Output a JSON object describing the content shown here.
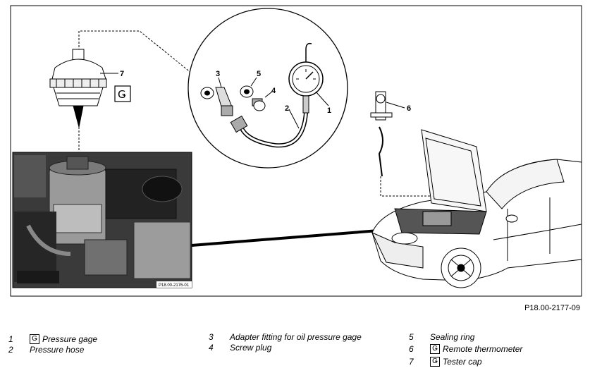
{
  "figure": {
    "reference_code": "P18.00-2177-09",
    "photo_code": "P18.00-2176-01",
    "callouts": [
      "1",
      "2",
      "3",
      "4",
      "5",
      "6",
      "7"
    ],
    "tool_symbol": "Ǥ"
  },
  "legend": [
    {
      "num": "1",
      "tool": true,
      "text": "Pressure gage"
    },
    {
      "num": "2",
      "tool": false,
      "text": "Pressure hose"
    },
    {
      "num": "3",
      "tool": false,
      "text": "Adapter fitting for oil pressure gage"
    },
    {
      "num": "4",
      "tool": false,
      "text": "Screw plug"
    },
    {
      "num": "5",
      "tool": false,
      "text": "Sealing ring"
    },
    {
      "num": "6",
      "tool": true,
      "text": "Remote thermometer"
    },
    {
      "num": "7",
      "tool": true,
      "text": "Tester cap"
    }
  ]
}
